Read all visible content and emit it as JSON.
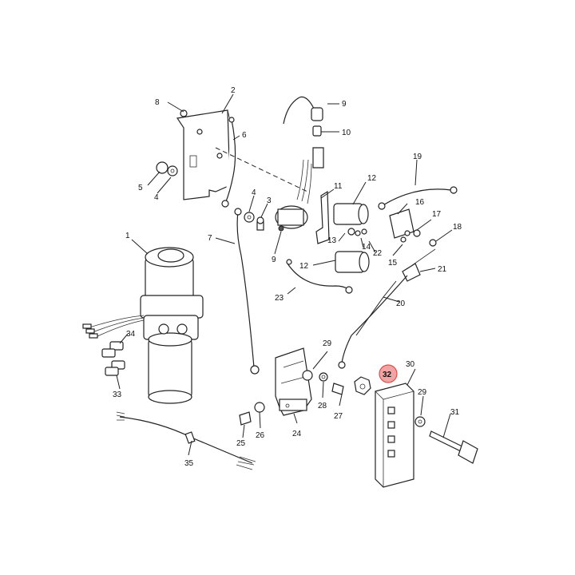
{
  "diagram": {
    "labels": {
      "p1": "1",
      "p2": "2",
      "p3": "3",
      "p4a": "4",
      "p4b": "4",
      "p5": "5",
      "p6": "6",
      "p7": "7",
      "p8": "8",
      "p9a": "9",
      "p9b": "9",
      "p10": "10",
      "p11": "11",
      "p12a": "12",
      "p12b": "12",
      "p13": "13",
      "p14": "14",
      "p15": "15",
      "p16": "16",
      "p17": "17",
      "p18": "18",
      "p19": "19",
      "p20": "20",
      "p21": "21",
      "p22": "22",
      "p23": "23",
      "p24": "24",
      "p25": "25",
      "p26": "26",
      "p27": "27",
      "p28": "28",
      "p29a": "29",
      "p29b": "29",
      "p30": "30",
      "p31": "31",
      "p32": "32",
      "p33": "33",
      "p34": "34",
      "p35": "35"
    },
    "highlight": {
      "label": "32",
      "color": "#f2a3a3",
      "stroke": "#d9534f"
    }
  }
}
